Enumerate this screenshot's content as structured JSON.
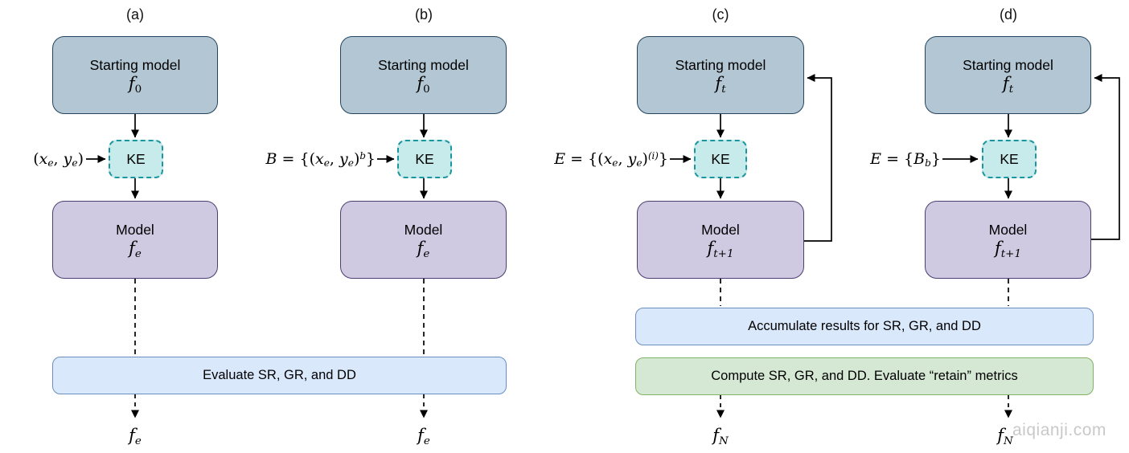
{
  "colors": {
    "bg": "#ffffff",
    "start_fill": "#b3c6d3",
    "start_stroke": "#23455f",
    "ke_fill": "#c7eaea",
    "ke_stroke": "#1a96a1",
    "model_fill": "#cfc9e1",
    "model_stroke": "#4b3f72",
    "bar_blue_fill": "#dae8fc",
    "bar_blue_stroke": "#6c8ebf",
    "bar_green_fill": "#d5e8d4",
    "bar_green_stroke": "#82b366",
    "arrow_color": "#000000",
    "watermark_color": "#c9c9c9"
  },
  "panels": [
    {
      "id": "a",
      "label": "(a)",
      "start_box": {
        "title": "Starting model",
        "math": [
          {
            "t": "f",
            "s": "v"
          },
          {
            "t": "0",
            "s": "subn"
          }
        ]
      },
      "ke_label": "KE",
      "input_formula": [
        {
          "t": "(",
          "s": "n"
        },
        {
          "t": "x",
          "s": "v"
        },
        {
          "t": "e",
          "s": "sub"
        },
        {
          "t": ", ",
          "s": "n"
        },
        {
          "t": "y",
          "s": "v"
        },
        {
          "t": "e",
          "s": "sub"
        },
        {
          "t": ")",
          "s": "n"
        }
      ],
      "model_box": {
        "title": "Model",
        "math": [
          {
            "t": "f",
            "s": "v"
          },
          {
            "t": "e",
            "s": "sub"
          }
        ]
      },
      "output_math": [
        {
          "t": "f",
          "s": "v"
        },
        {
          "t": "e",
          "s": "sub"
        }
      ]
    },
    {
      "id": "b",
      "label": "(b)",
      "start_box": {
        "title": "Starting model",
        "math": [
          {
            "t": "f",
            "s": "v"
          },
          {
            "t": "0",
            "s": "subn"
          }
        ]
      },
      "ke_label": "KE",
      "input_formula": [
        {
          "t": "B",
          "s": "cal"
        },
        {
          "t": " = {(",
          "s": "n"
        },
        {
          "t": "x",
          "s": "v"
        },
        {
          "t": "e",
          "s": "sub"
        },
        {
          "t": ", ",
          "s": "n"
        },
        {
          "t": "y",
          "s": "v"
        },
        {
          "t": "e",
          "s": "sub"
        },
        {
          "t": ")",
          "s": "n"
        },
        {
          "t": "b",
          "s": "sup"
        },
        {
          "t": "}",
          "s": "n"
        }
      ],
      "model_box": {
        "title": "Model",
        "math": [
          {
            "t": "f",
            "s": "v"
          },
          {
            "t": "e",
            "s": "sub"
          }
        ]
      },
      "output_math": [
        {
          "t": "f",
          "s": "v"
        },
        {
          "t": "e",
          "s": "sub"
        }
      ]
    },
    {
      "id": "c",
      "label": "(c)",
      "start_box": {
        "title": "Starting model",
        "math": [
          {
            "t": "f",
            "s": "v"
          },
          {
            "t": "t",
            "s": "sub"
          }
        ]
      },
      "ke_label": "KE",
      "input_formula": [
        {
          "t": "E",
          "s": "cal"
        },
        {
          "t": " = {(",
          "s": "n"
        },
        {
          "t": "x",
          "s": "v"
        },
        {
          "t": "e",
          "s": "sub"
        },
        {
          "t": ", ",
          "s": "n"
        },
        {
          "t": "y",
          "s": "v"
        },
        {
          "t": "e",
          "s": "sub"
        },
        {
          "t": ")",
          "s": "n"
        },
        {
          "t": "(i)",
          "s": "sup"
        },
        {
          "t": "}",
          "s": "n"
        }
      ],
      "model_box": {
        "title": "Model",
        "math": [
          {
            "t": "f",
            "s": "v"
          },
          {
            "t": "t+1",
            "s": "sub"
          }
        ]
      },
      "output_math": [
        {
          "t": "f",
          "s": "v"
        },
        {
          "t": "N",
          "s": "sub"
        }
      ]
    },
    {
      "id": "d",
      "label": "(d)",
      "start_box": {
        "title": "Starting model",
        "math": [
          {
            "t": "f",
            "s": "v"
          },
          {
            "t": "t",
            "s": "sub"
          }
        ]
      },
      "ke_label": "KE",
      "input_formula": [
        {
          "t": "E",
          "s": "cal"
        },
        {
          "t": " = {",
          "s": "n"
        },
        {
          "t": "B",
          "s": "cal"
        },
        {
          "t": "b",
          "s": "sub"
        },
        {
          "t": "}",
          "s": "n"
        }
      ],
      "model_box": {
        "title": "Model",
        "math": [
          {
            "t": "f",
            "s": "v"
          },
          {
            "t": "t+1",
            "s": "sub"
          }
        ]
      },
      "output_math": [
        {
          "t": "f",
          "s": "v"
        },
        {
          "t": "N",
          "s": "sub"
        }
      ]
    }
  ],
  "shared_bars": {
    "evaluate": "Evaluate SR, GR, and DD",
    "accumulate": "Accumulate results for SR, GR, and DD",
    "compute": "Compute SR, GR, and DD. Evaluate “retain” metrics"
  },
  "watermark": "aiqianji.com"
}
